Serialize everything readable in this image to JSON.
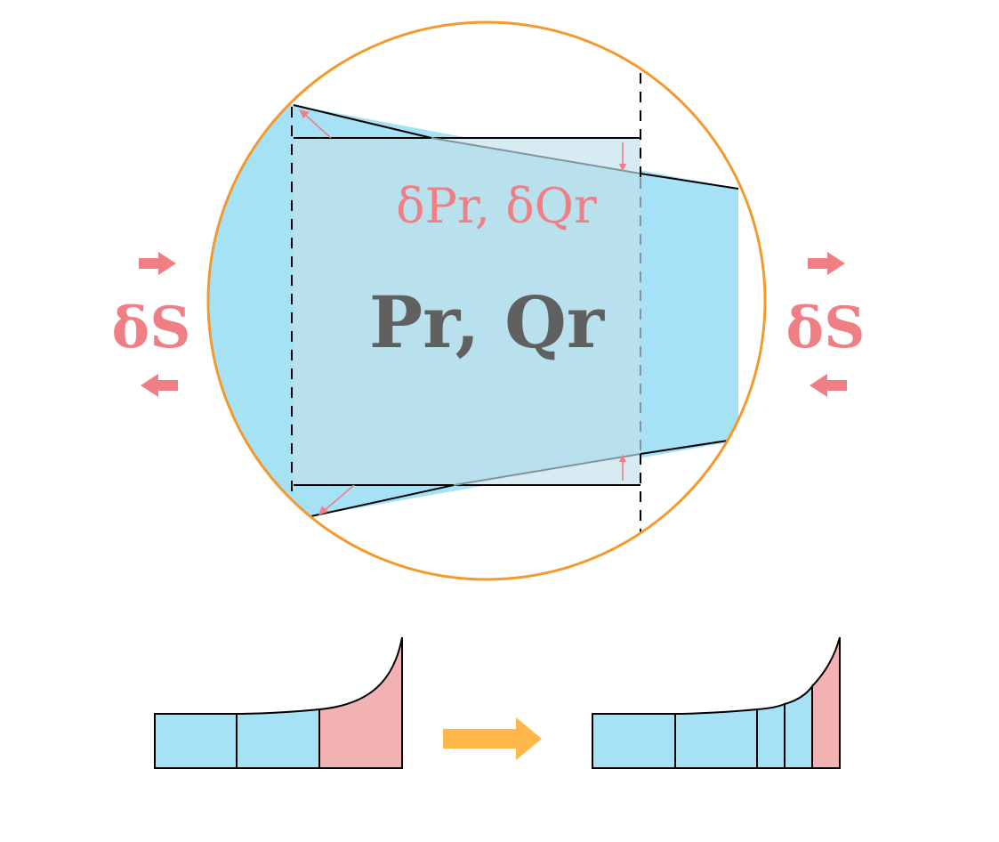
{
  "labels": {
    "center": "Pr, Qr",
    "delta_center": "δPr, δQr",
    "delta_s_left": "δS",
    "delta_s_right": "δS"
  },
  "colors": {
    "circle_outline": "#f29a2e",
    "body_fill": "#a5e2f6",
    "overlay_fill": "#b9dfec",
    "accent_red": "#f07f85",
    "refined_fill": "#f2b2b3",
    "transition_arrow": "#ffb74a",
    "stroke": "#000000"
  },
  "icons": {
    "left_inward": "arrow-right-icon",
    "left_outward": "arrow-left-icon",
    "right_outward": "arrow-right-icon",
    "right_inward": "arrow-left-icon",
    "transition": "arrow-right-icon"
  }
}
